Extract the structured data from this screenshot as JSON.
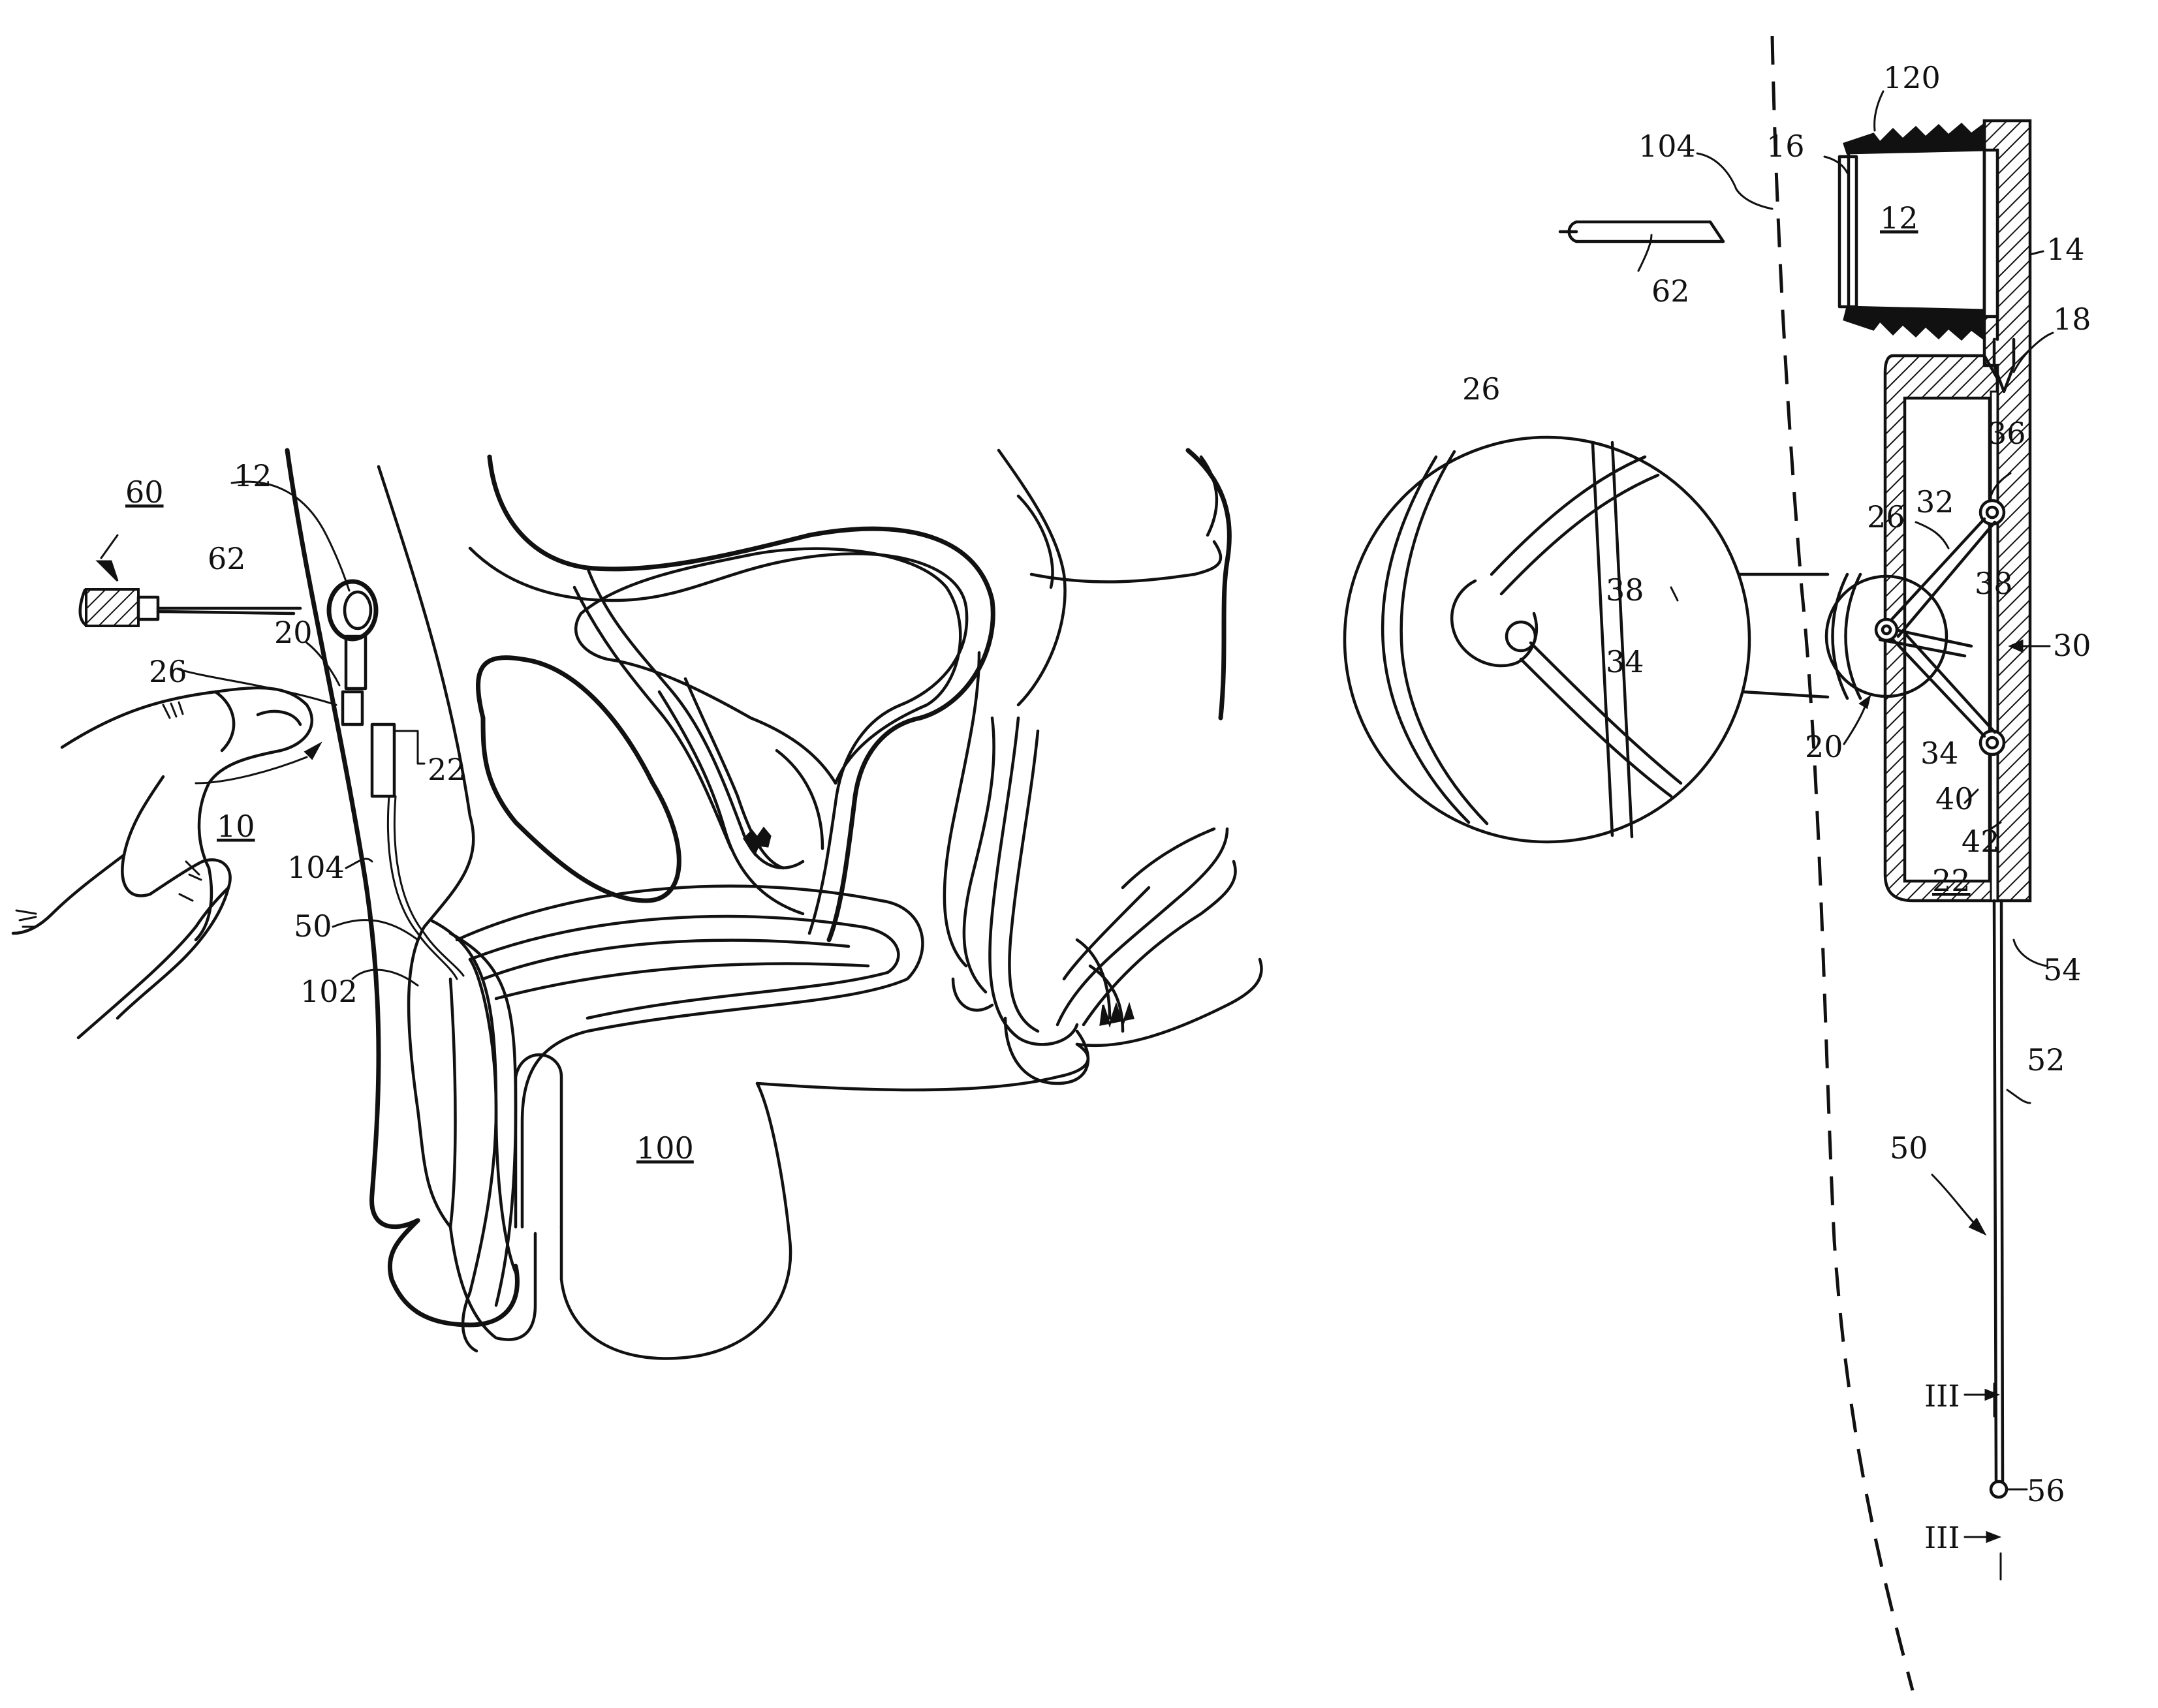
{
  "left_view": {
    "labels": {
      "l60": "60",
      "l62": "62",
      "l12": "12",
      "l20": "20",
      "l26": "26",
      "l22": "22",
      "l10": "10",
      "l104": "104",
      "l50": "50",
      "l102": "102",
      "l100": "100"
    }
  },
  "right_view": {
    "labels": {
      "l120": "120",
      "l104": "104",
      "l16": "16",
      "l12": "12",
      "l14": "14",
      "l62": "62",
      "l18": "18",
      "l26": "26",
      "l36": "36",
      "l32": "32",
      "l38a": "38",
      "l38b": "38",
      "l30": "30",
      "l34a": "34",
      "l34b": "34",
      "l20": "20",
      "l40": "40",
      "l42": "42",
      "l22": "22",
      "l54": "54",
      "l52": "52",
      "l50": "50",
      "l3a": "III",
      "l3b": "III",
      "l56": "56"
    }
  },
  "colors": {
    "ink": "#111111",
    "paper": "#ffffff"
  }
}
